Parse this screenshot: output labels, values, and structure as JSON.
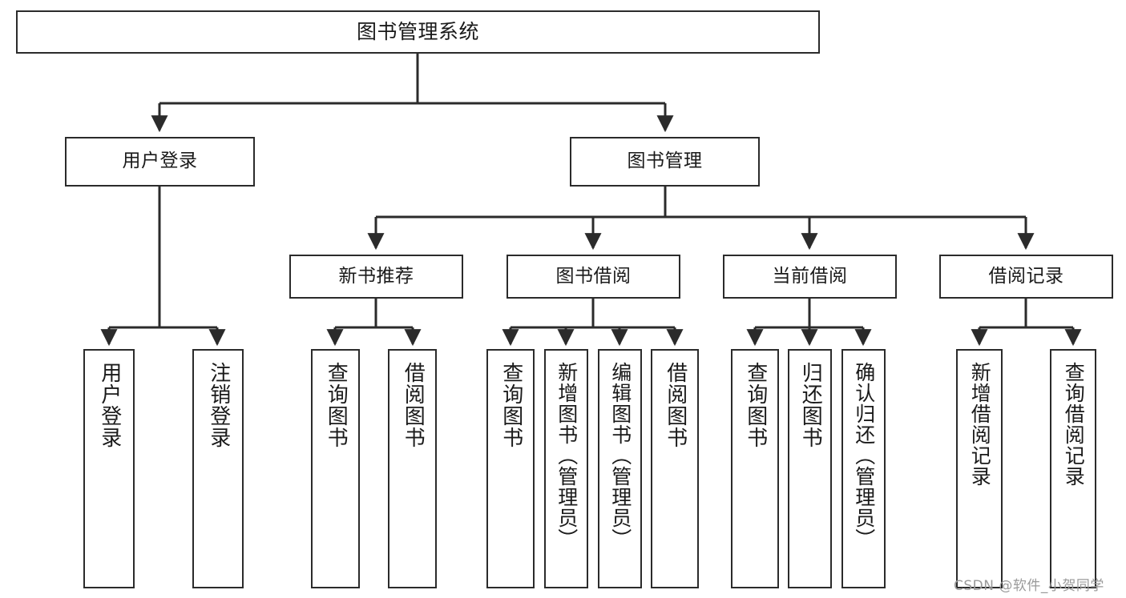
{
  "diagram": {
    "title": "图书管理系统",
    "watermark": "CSDN @软件_小贺同学",
    "stroke_color": "#2b2b2b",
    "fill_color": "#ffffff",
    "text_color": "#1a1a1a",
    "watermark_color": "#9a9a9a"
  },
  "nodes": {
    "root": {
      "label": "图书管理系统"
    },
    "level2": [
      {
        "label": "用户登录"
      },
      {
        "label": "图书管理"
      }
    ],
    "level3": [
      {
        "label": "新书推荐"
      },
      {
        "label": "图书借阅"
      },
      {
        "label": "当前借阅"
      },
      {
        "label": "借阅记录"
      }
    ],
    "leaves": {
      "user_login": [
        {
          "label": "用户登录"
        },
        {
          "label": "注销登录"
        }
      ],
      "new_book": [
        {
          "label": "查询图书"
        },
        {
          "label": "借阅图书"
        }
      ],
      "borrow": [
        {
          "label": "查询图书"
        },
        {
          "label": "新增图书（管理员）"
        },
        {
          "label": "编辑图书（管理员）"
        },
        {
          "label": "借阅图书"
        }
      ],
      "current": [
        {
          "label": "查询图书"
        },
        {
          "label": "归还图书"
        },
        {
          "label": "确认归还（管理员）"
        }
      ],
      "records": [
        {
          "label": "新增借阅记录"
        },
        {
          "label": "查询借阅记录"
        }
      ]
    }
  }
}
